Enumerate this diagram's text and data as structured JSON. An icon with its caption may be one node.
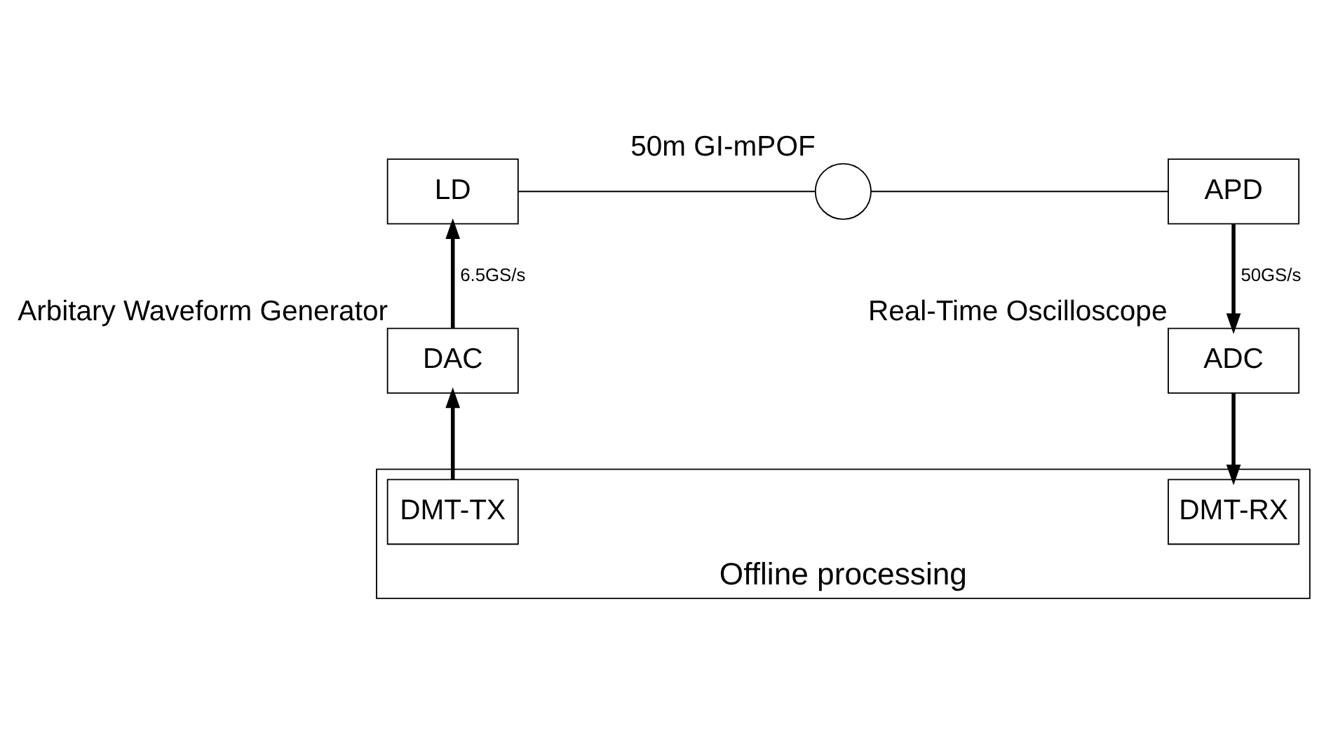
{
  "diagram": {
    "nodes": [
      {
        "text": [
          "LD"
        ]
      },
      {
        "text": [],
        "shape": "circle",
        "beside": [
          "50m GI-mPOF"
        ]
      },
      {
        "text": [
          "APD"
        ]
      },
      {
        "text": [
          "DAC"
        ],
        "beside": [
          "Arbitary Waveform Generator"
        ]
      },
      {
        "text": [
          "ADC"
        ],
        "beside": [
          "Real-Time Oscilloscope"
        ]
      },
      {
        "text": [
          "Offline processing"
        ]
      },
      {
        "text": [
          "DMT-TX"
        ],
        "in": 5
      },
      {
        "text": [
          "DMT-RX"
        ],
        "in": 5
      }
    ],
    "edges": [
      {
        "from": 0,
        "to": 1,
        "arrow": "none"
      },
      {
        "from": 1,
        "to": 2,
        "arrow": "none"
      },
      {
        "from": 3,
        "to": 0,
        "arrow": "to",
        "label": "6.5GS/s"
      },
      {
        "from": 2,
        "to": 4,
        "arrow": "to",
        "label": "50GS/s"
      },
      {
        "from": 6,
        "to": 3,
        "arrow": "to"
      },
      {
        "from": 4,
        "to": 7,
        "arrow": "to"
      }
    ]
  }
}
